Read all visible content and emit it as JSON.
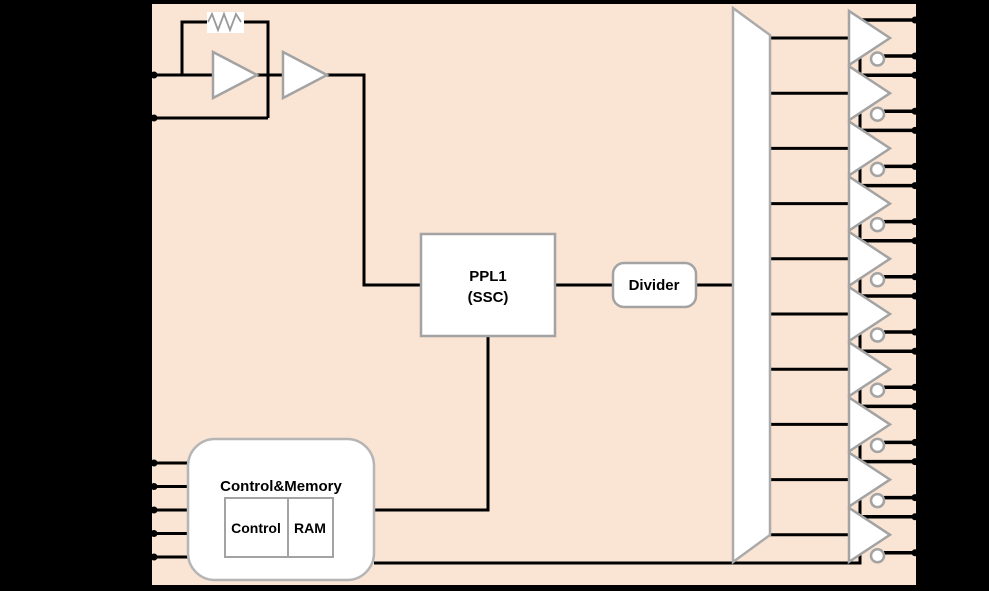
{
  "diagram": {
    "kind": "clock-generator-block-diagram",
    "colors": {
      "background": "#000000",
      "canvas_fill": "#fae5d5",
      "wire": "#000000",
      "block_fill": "#ffffff",
      "block_border": "#a3a3a3"
    },
    "blocks": {
      "pll": {
        "line1": "PPL1",
        "line2": "(SSC)"
      },
      "divider": {
        "label": "Divider"
      },
      "control_memory": {
        "title": "Control&Memory",
        "children": [
          {
            "label": "Control"
          },
          {
            "label": "RAM"
          }
        ]
      }
    },
    "io": {
      "crystal_inputs": 2,
      "control_inputs": 5,
      "output_buffers": 10,
      "outputs_per_buffer": 2
    }
  }
}
